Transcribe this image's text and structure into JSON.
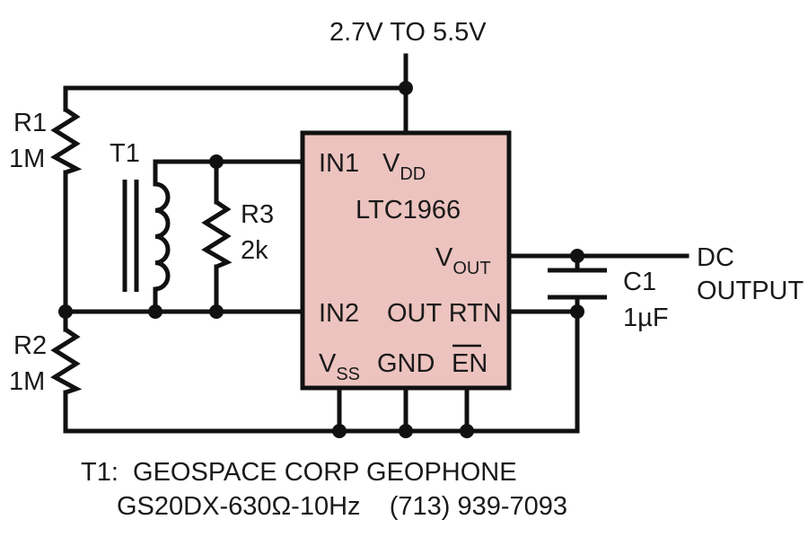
{
  "supply": {
    "label": "2.7V TO 5.5V"
  },
  "r1": {
    "ref": "R1",
    "value": "1M"
  },
  "r2": {
    "ref": "R2",
    "value": "1M"
  },
  "r3": {
    "ref": "R3",
    "value": "2k"
  },
  "t1": {
    "ref": "T1"
  },
  "c1": {
    "ref": "C1",
    "value": "1µF"
  },
  "ic": {
    "part": "LTC1966",
    "fill_color": "#ecc3bf",
    "pins": {
      "in1": "IN1",
      "vdd_main": "V",
      "vdd_sub": "DD",
      "vout_main": "V",
      "vout_sub": "OUT",
      "in2": "IN2",
      "out_rtn": "OUT RTN",
      "vss_main": "V",
      "vss_sub": "SS",
      "gnd": "GND",
      "en": "EN"
    }
  },
  "output": {
    "line1": "DC",
    "line2": "OUTPUT"
  },
  "note": {
    "line1": "T1:  GEOSPACE CORP GEOPHONE",
    "line2": "GS20DX-630Ω-10Hz    (713) 939-7093"
  }
}
